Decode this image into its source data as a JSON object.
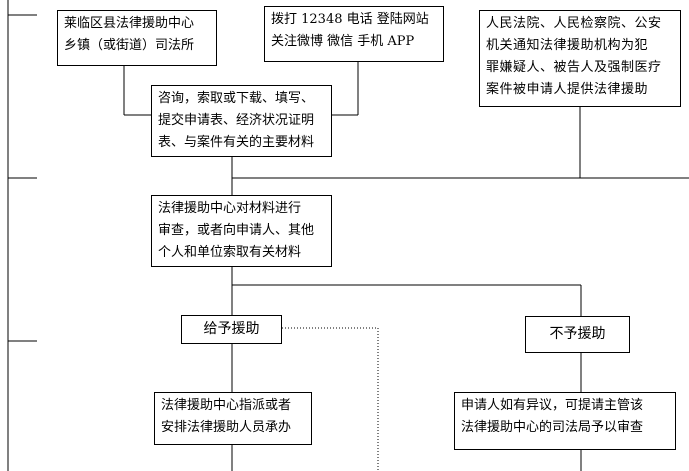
{
  "boxes": {
    "apply_center": [
      "莱临区县法律援助中心",
      "乡镇（或街道）司法所"
    ],
    "hotline": [
      "拨打 12348 电话  登陆网站",
      "关注微博  微信  手机 APP"
    ],
    "court_notice": [
      "人民法院、人民检察院、公安",
      "机关通知法律援助机构为犯",
      "罪嫌疑人、被告人及强制医疗",
      "案件被申请人提供法律援助"
    ],
    "submit_materials": [
      "咨询，索取或下载、填写、",
      "提交申请表、经济状况证明",
      "表、与案件有关的主要材料"
    ],
    "review": [
      "法律援助中心对材料进行",
      "审查，或者向申请人、其他",
      "个人和单位索取有关材料"
    ],
    "grant": "给予援助",
    "deny": "不予援助",
    "assign": [
      "法律援助中心指派或者",
      "安排法律援助人员承办"
    ],
    "objection": [
      "申请人如有异议，可提请主管该",
      "法律援助中心的司法局予以审查"
    ]
  }
}
